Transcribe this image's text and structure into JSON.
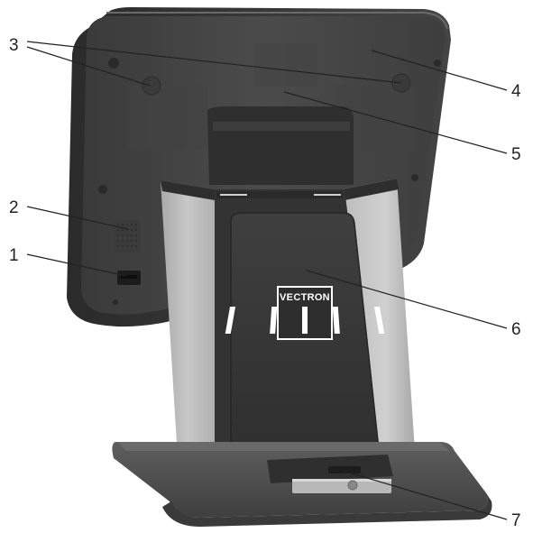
{
  "figure": {
    "brand_logo_text": "VECTRON",
    "callouts": [
      {
        "id": "1",
        "label": "1"
      },
      {
        "id": "2",
        "label": "2"
      },
      {
        "id": "3",
        "label": "3"
      },
      {
        "id": "4",
        "label": "4"
      },
      {
        "id": "5",
        "label": "5"
      },
      {
        "id": "6",
        "label": "6"
      },
      {
        "id": "7",
        "label": "7"
      }
    ]
  },
  "colors": {
    "housing": "#4a4a4a",
    "housing_dark": "#2e2e2e",
    "stand_panel": "#b9b9b9",
    "stand_panel_light": "#d4d4d4",
    "base": "#555555",
    "label_line": "#222222"
  }
}
